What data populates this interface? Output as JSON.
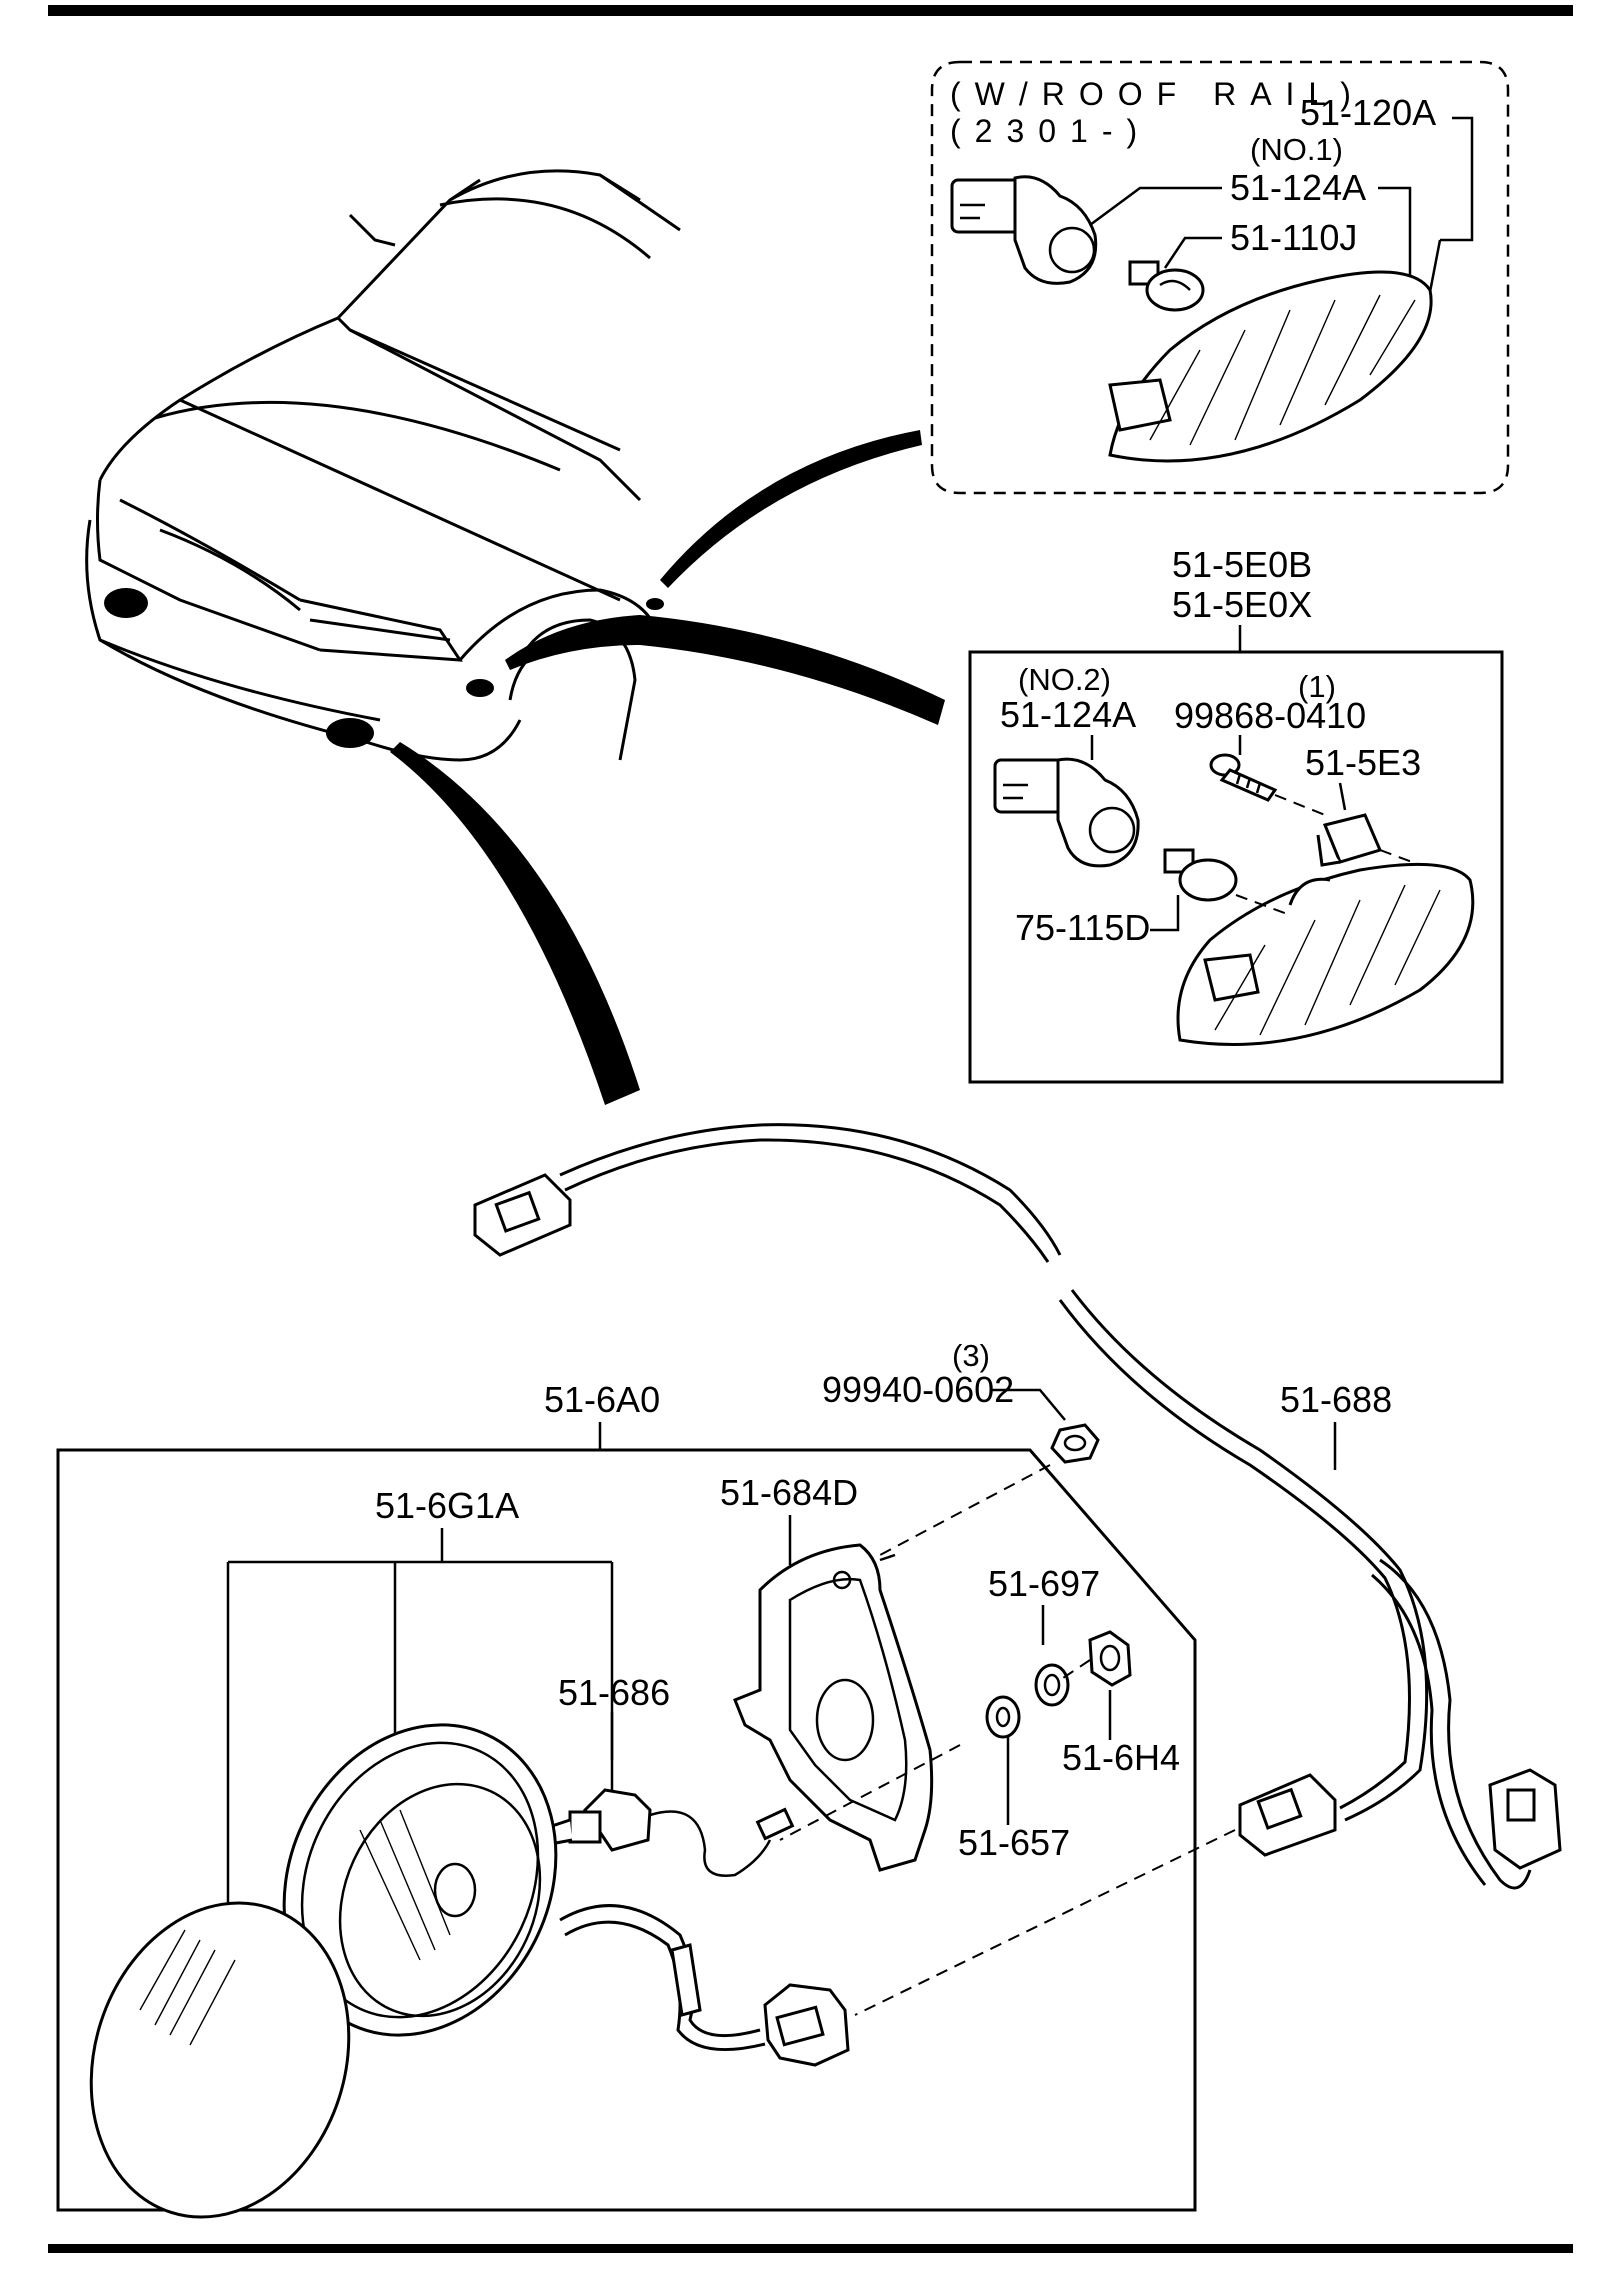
{
  "inset_roof_rail": {
    "note_line1": "(W/ROOF RAIL)",
    "note_line2": "(2301-)",
    "labels": {
      "lens": "51-120A",
      "socket_no": "(NO.1)",
      "socket": "51-124A",
      "bulb": "51-110J"
    }
  },
  "inset_side_marker": {
    "assembly_line1": "51-5E0B",
    "assembly_line2": "51-5E0X",
    "labels": {
      "socket_no": "(NO.2)",
      "socket": "51-124A",
      "screw_qty": "(1)",
      "screw": "99868-0410",
      "clip": "51-5E3",
      "bulb": "75-115D"
    }
  },
  "fog_lamp": {
    "assembly": "51-6A0",
    "labels": {
      "nut_qty": "(3)",
      "nut": "99940-0602",
      "harness": "51-688",
      "unit": "51-6G1A",
      "bracket": "51-684D",
      "lock_washer": "51-697",
      "bulb": "51-686",
      "hex_nut": "51-6H4",
      "washer": "51-657"
    }
  }
}
